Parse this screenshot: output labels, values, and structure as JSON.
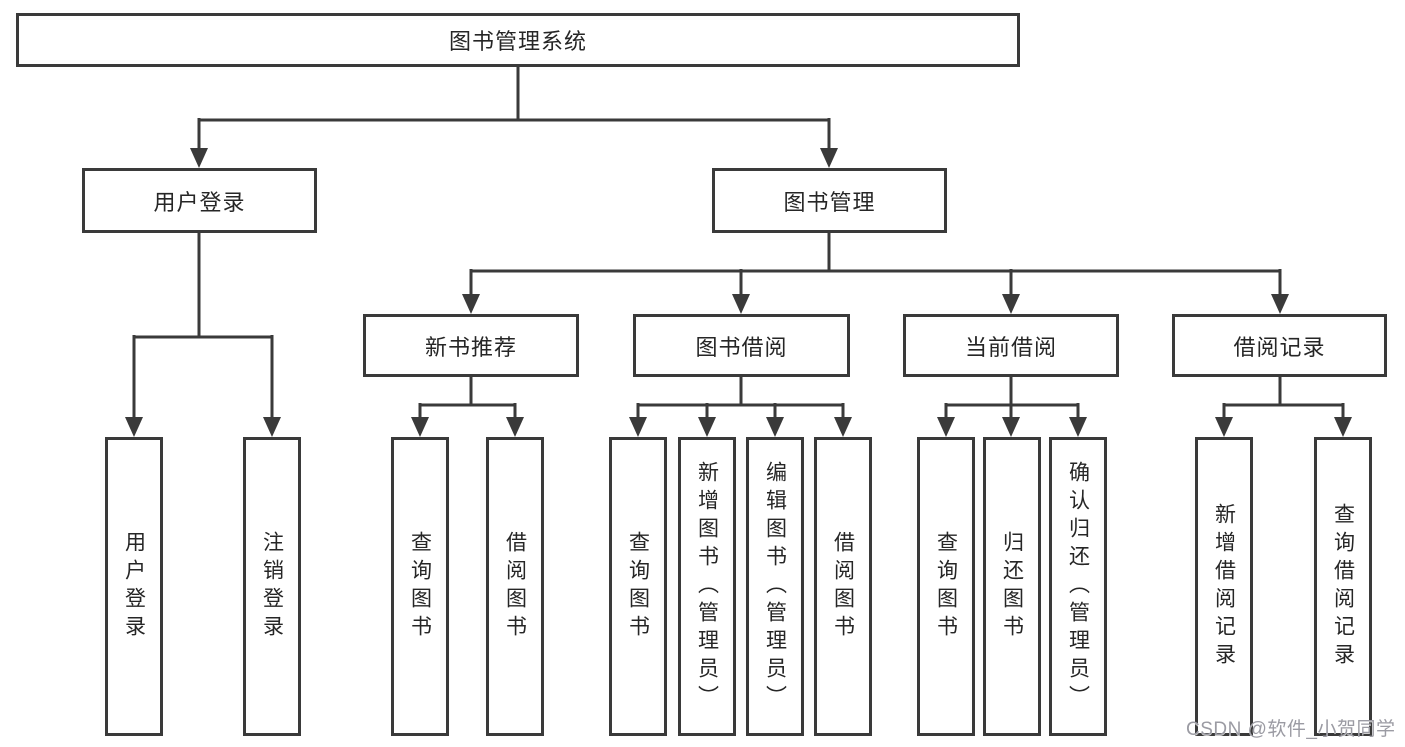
{
  "tree": {
    "root": {
      "label": "图书管理系统"
    },
    "branches": [
      {
        "label": "用户登录"
      },
      {
        "label": "图书管理"
      }
    ],
    "sections": [
      {
        "label": "新书推荐"
      },
      {
        "label": "图书借阅"
      },
      {
        "label": "当前借阅"
      },
      {
        "label": "借阅记录"
      }
    ],
    "leaves": [
      {
        "label": "用户登录"
      },
      {
        "label": "注销登录"
      },
      {
        "label": "查询图书"
      },
      {
        "label": "借阅图书"
      },
      {
        "label": "查询图书"
      },
      {
        "label": "新增图书（管理员）"
      },
      {
        "label": "编辑图书（管理员）"
      },
      {
        "label": "借阅图书"
      },
      {
        "label": "查询图书"
      },
      {
        "label": "归还图书"
      },
      {
        "label": "确认归还（管理员）"
      },
      {
        "label": "新增借阅记录"
      },
      {
        "label": "查询借阅记录"
      }
    ]
  },
  "watermark": {
    "text": "CSDN @软件_小贺同学"
  },
  "colors": {
    "line": "#3a3a3a",
    "box_border": "#3a3a3a",
    "box_background": "#ffffff",
    "text": "#262626",
    "watermark": "#9b9ba3",
    "background": "#ffffff"
  }
}
